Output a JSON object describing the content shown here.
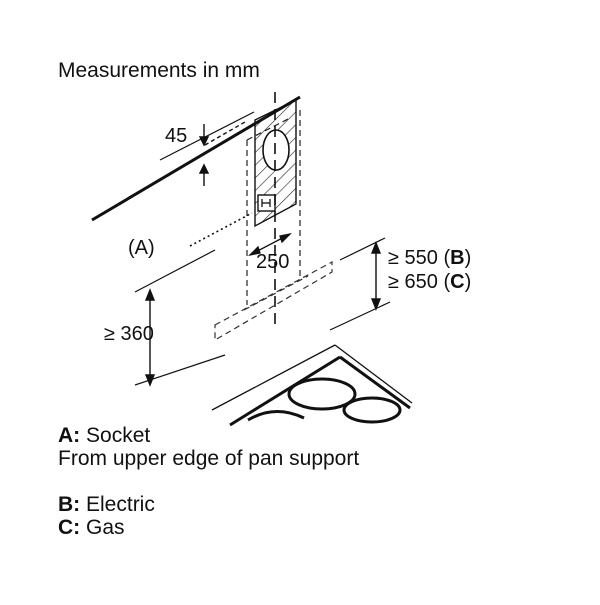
{
  "title": "Measurements in mm",
  "dimensions": {
    "top_offset": "45",
    "socket_marker": "(A)",
    "duct_width": "250",
    "min_height_top": "≥ 360",
    "electric_prefix": "≥ 550 (",
    "electric_key": "B",
    "electric_suffix": ")",
    "gas_prefix": "≥ 650 (",
    "gas_key": "C",
    "gas_suffix": ")"
  },
  "legend": {
    "a_key": "A:",
    "a_text": " Socket",
    "a_note": "From upper edge of pan support",
    "b_key": "B:",
    "b_text": " Electric",
    "c_key": "C:",
    "c_text": " Gas"
  }
}
